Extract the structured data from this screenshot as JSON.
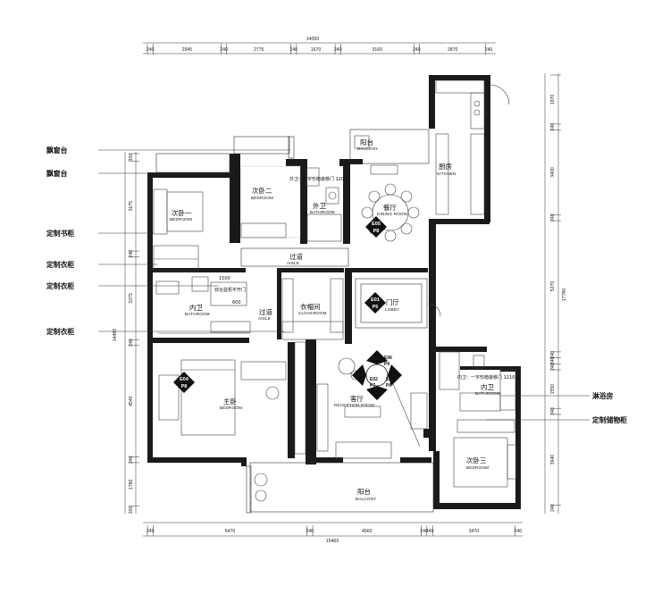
{
  "side_labels": {
    "bay_window_1": "飘窗台",
    "bay_window_2": "飘窗台",
    "custom_bookcase": "定制书柜",
    "custom_wardrobe_1": "定制衣柜",
    "custom_wardrobe_2": "定制衣柜",
    "custom_wardrobe_3": "定制衣柜",
    "shower_room": "淋浴房",
    "custom_storage": "定制储物柜"
  },
  "rooms": {
    "balcony_top": {
      "cn": "阳台",
      "en": "BALCONY"
    },
    "kitchen": {
      "cn": "厨房",
      "en": "KITCHEN"
    },
    "dining": {
      "cn": "餐厅",
      "en": "DINING ROOM"
    },
    "bedroom2": {
      "cn": "次卧二",
      "en": "BEDROOM"
    },
    "bathroom_outer": {
      "cn": "外卫",
      "en": "BATHROOM"
    },
    "bedroom1": {
      "cn": "次卧一",
      "en": "BEDROOM"
    },
    "aisle_top": {
      "cn": "过道",
      "en": "AISLE"
    },
    "aisle_mid": {
      "cn": "过道",
      "en": "AISLE"
    },
    "bathroom_inner": {
      "cn": "内卫",
      "en": "BATHROOM"
    },
    "cloakroom": {
      "cn": "衣帽间",
      "en": "CLOAKROOM"
    },
    "lobby": {
      "cn": "门厅",
      "en": "LOBBY"
    },
    "master": {
      "cn": "主卧",
      "en": "BEDROOM"
    },
    "living": {
      "cn": "客厅",
      "en": "RECEPTION ROOM"
    },
    "bathroom3": {
      "cn": "内卫",
      "en": "BATHROOM"
    },
    "bedroom3": {
      "cn": "次卧三",
      "en": "BEDROOM"
    },
    "balcony_bottom": {
      "cn": "阳台",
      "en": "BALCONY"
    }
  },
  "notes": {
    "outer_door": "外卫：一字形暗装移门 1200",
    "inner_door": "内卫：一字形暗装移门 1210 右",
    "inner_mirror": "1500",
    "inner_cab": "600",
    "inner_vanity": "双台盆柜平开门"
  },
  "tags": {
    "e05": {
      "id": "E05",
      "page": "P8"
    },
    "e01": {
      "id": "E01",
      "page": "P5"
    },
    "e04": {
      "id": "E04",
      "page": "P8"
    },
    "e06": {
      "id": "E06",
      "page": "P9"
    },
    "e02": {
      "id": "E02",
      "page": "P7"
    },
    "e03": {
      "id": "E03",
      "page": "P6"
    }
  },
  "dimensions": {
    "top_total": "14050",
    "top_segments": [
      "240",
      "2945",
      "240",
      "2775",
      "240",
      "1670",
      "240",
      "3160",
      "240",
      "2870",
      "240"
    ],
    "bottom_total": "15460",
    "bottom_segments": [
      "240",
      "6470",
      "240",
      "4560",
      "240",
      "240",
      "3470",
      "240"
    ],
    "left_total": "14480",
    "left_segments": [
      "300",
      "3675",
      "240",
      "3375",
      "240",
      "4540",
      "240",
      "1780",
      "300"
    ],
    "right_total": "17780",
    "right_segments": [
      "1970",
      "240",
      "3400",
      "240",
      "5270",
      "240",
      "240",
      "240",
      "1550",
      "240",
      "3640",
      "240"
    ]
  }
}
